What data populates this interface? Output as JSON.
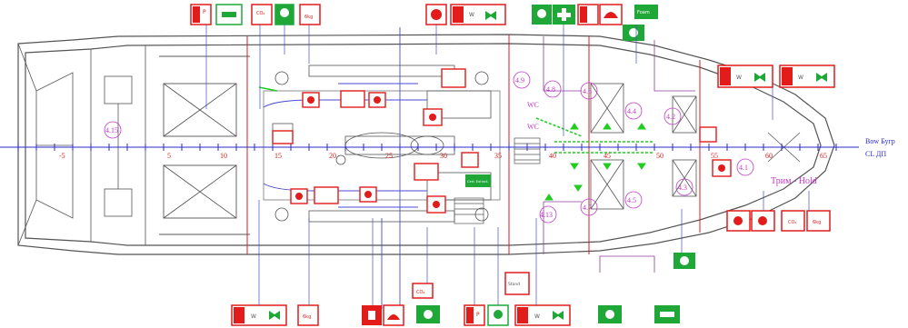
{
  "plan": {
    "hold_label": "Трим - Hold",
    "bow_label_top": "Bow Бугр",
    "bow_label_bottom": "CL ДП",
    "frame_numbers": [
      "-5",
      "5",
      "10",
      "15",
      "20",
      "25",
      "30",
      "35",
      "40",
      "45",
      "50",
      "55",
      "60",
      "65"
    ],
    "zone_labels": [
      "4.15",
      "4.9",
      "4.8",
      "4.6",
      "4.4",
      "4.2",
      "4.7",
      "4.5",
      "4.3",
      "4.1",
      "4.13"
    ],
    "wc_labels": [
      "WC",
      "WC"
    ],
    "sign_texts": {
      "p": "P",
      "co2": "CO₂",
      "kg": "6kg",
      "w": "W",
      "foam": "Foam",
      "stand": "Stand",
      "cert": "Cert. Extinct."
    }
  },
  "colors": {
    "hull_line": "#444444",
    "centerline": "#2b2bd0",
    "zone_red": "#d42020",
    "zone_purple": "#8a3d9a",
    "label_magenta": "#c33ac9",
    "sign_red": "#e21b1b",
    "sign_green": "#1fa838",
    "arrow_green": "#22cc22"
  }
}
